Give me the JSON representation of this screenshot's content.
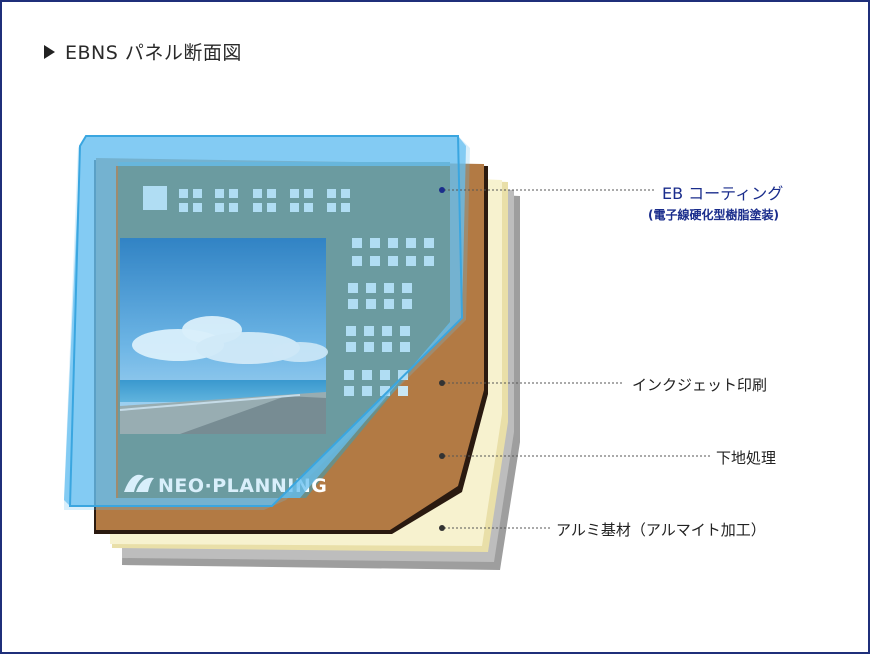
{
  "title": "EBNS パネル断面図",
  "layers": [
    {
      "label": "EB コーティング",
      "sub": "(電子線硬化型樹脂塗装)",
      "color": "#1a2d8c"
    },
    {
      "label": "インクジェット印刷",
      "color": "#222222"
    },
    {
      "label": "下地処理",
      "color": "#222222"
    },
    {
      "label": "アルミ基材（アルマイト加工）",
      "color": "#222222"
    }
  ],
  "logo_text": "NEO·PLANNING",
  "colors": {
    "coating": "#7ec8ee",
    "print": "#b27a44",
    "primer": "#f7f2cf",
    "aluminum": "#bdbdbd",
    "panel": "#6d8f86",
    "border": "#1f2f7a"
  }
}
